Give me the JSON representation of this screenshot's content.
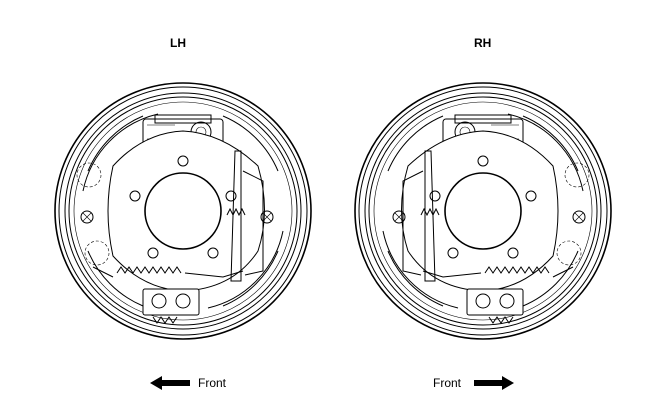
{
  "labels": {
    "left": "LH",
    "right": "RH"
  },
  "direction": {
    "left_text": "Front",
    "right_text": "Front"
  },
  "arrow_color": "#000000"
}
